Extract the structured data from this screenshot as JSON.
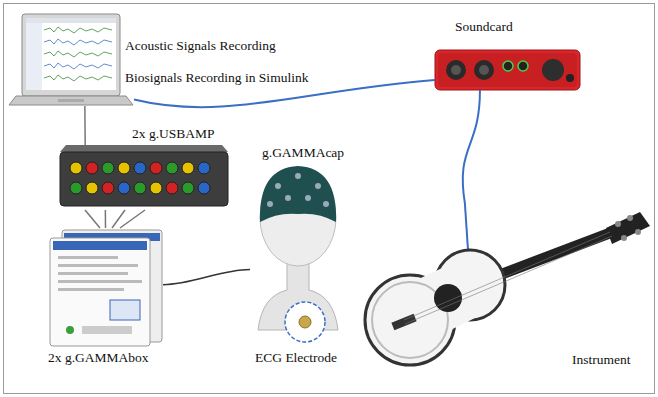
{
  "diagram": {
    "nodes": [
      {
        "text": [
          "Acoustic Signals Recording",
          "Biosignals Recording in Simulink"
        ]
      },
      {
        "text": [
          "Soundcard"
        ]
      },
      {
        "text": [
          "2x g.USBAMP"
        ]
      },
      {
        "text": [
          "2x g.GAMMAbox"
        ]
      },
      {
        "text": [
          "g.GAMMAcap"
        ]
      },
      {
        "text": [
          "ECG Electrode"
        ]
      },
      {
        "text": [
          "Instrument"
        ]
      }
    ],
    "edges": [
      {
        "from": 0,
        "to": 1,
        "arrow": "none"
      },
      {
        "from": 1,
        "to": 6,
        "arrow": "none"
      },
      {
        "from": 0,
        "to": 2,
        "arrow": "none"
      },
      {
        "from": 2,
        "to": 3,
        "arrow": "none"
      },
      {
        "from": 3,
        "to": 4,
        "arrow": "none"
      }
    ]
  }
}
